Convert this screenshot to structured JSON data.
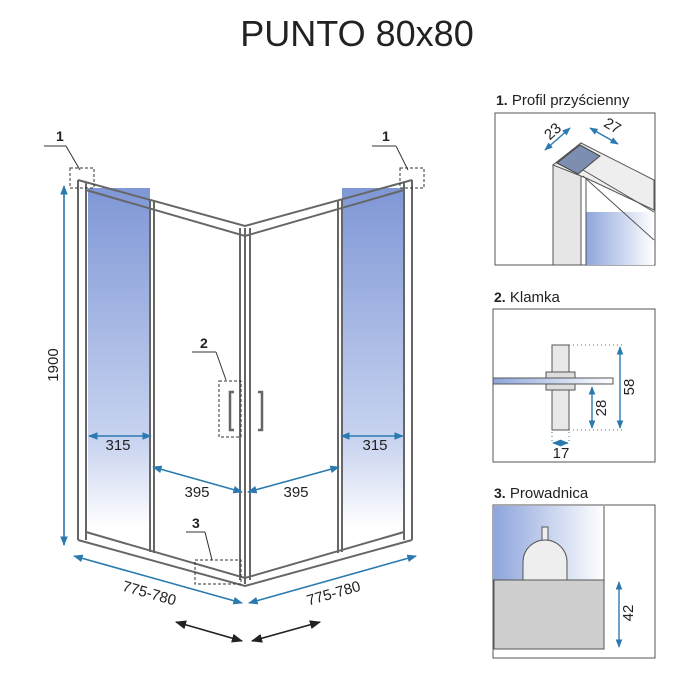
{
  "title": "PUNTO 80x80",
  "main": {
    "height": "1900",
    "fixed_width_left": "315",
    "fixed_width_right": "315",
    "door_width_left": "395",
    "door_width_right": "395",
    "side_left": "775-780",
    "side_right": "775-780",
    "callouts": [
      "1",
      "1",
      "2",
      "3"
    ]
  },
  "details": [
    {
      "num": "1.",
      "label": "Profil przyścienny",
      "dims": [
        "23",
        "27"
      ]
    },
    {
      "num": "2.",
      "label": "Klamka",
      "dims": [
        "58",
        "28",
        "17"
      ]
    },
    {
      "num": "3.",
      "label": "Prowadnica",
      "dims": [
        "42"
      ]
    }
  ],
  "colors": {
    "dimension": "#2a7ab0",
    "glass": "#8fa6dc",
    "frame": "#6e6e6e"
  }
}
